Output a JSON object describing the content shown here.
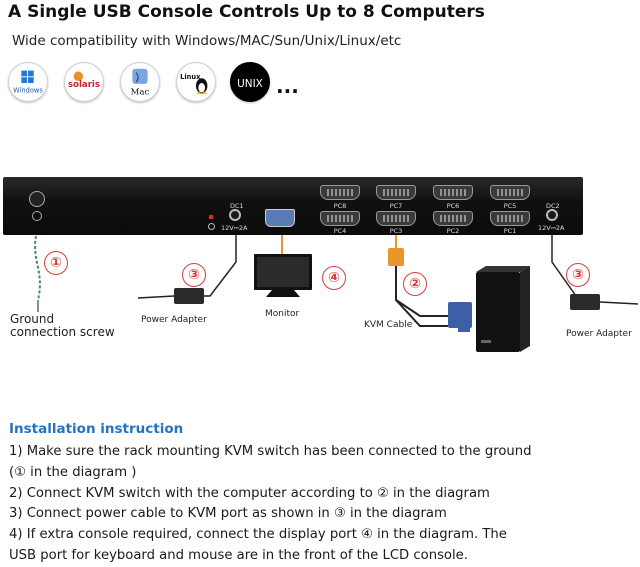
{
  "title": "A Single USB Console Controls Up to 8 Computers",
  "subtitle": "Wide compatibility with Windows/MAC/Sun/Unix/Linux/etc",
  "os_logos": [
    {
      "name": "Windows",
      "icon": "windows-logo-icon"
    },
    {
      "name": "solaris",
      "icon": "solaris-logo-icon"
    },
    {
      "name": "Mac",
      "icon": "mac-logo-icon"
    },
    {
      "name": "Linux",
      "icon": "linux-logo-icon"
    },
    {
      "name": "UNIX",
      "icon": "unix-logo-icon"
    }
  ],
  "os_more": "...",
  "device": {
    "ports_top": [
      "PC8",
      "PC7",
      "PC6",
      "PC5"
    ],
    "ports_bottom": [
      "PC4",
      "PC3",
      "PC2",
      "PC1"
    ],
    "dc1": "DC1",
    "dc2": "DC2",
    "voltage": "12V⎓2A"
  },
  "callouts": {
    "ground": "①",
    "kvm_cable": "②",
    "power": "③",
    "monitor": "④"
  },
  "labels": {
    "ground_line1": "Ground",
    "ground_line2": "connection screw",
    "power_adapter_left": "Power Adapter",
    "monitor": "Monitor",
    "kvm_cable": "KVM Cable",
    "power_adapter_right": "Power Adapter"
  },
  "instructions": {
    "heading": "Installation instruction",
    "lines": [
      "1) Make sure the rack mounting KVM switch has been connected to the ground",
      "(① in the diagram )",
      "2) Connect KVM switch with the computer according to ② in the diagram",
      "3) Connect power cable to KVM port as shown in ③ in the diagram",
      "4) If extra console required, connect the display port ④ in the diagram. The",
      "USB port for keyboard and mouse are in the front of the LCD console."
    ]
  },
  "colors": {
    "heading_blue": "#2472c6",
    "callout_red": "#d63c3c",
    "ground_wire": "#3f8f5a",
    "vga_blue": "#3d5fa8",
    "vga_orange": "#e8952a"
  }
}
